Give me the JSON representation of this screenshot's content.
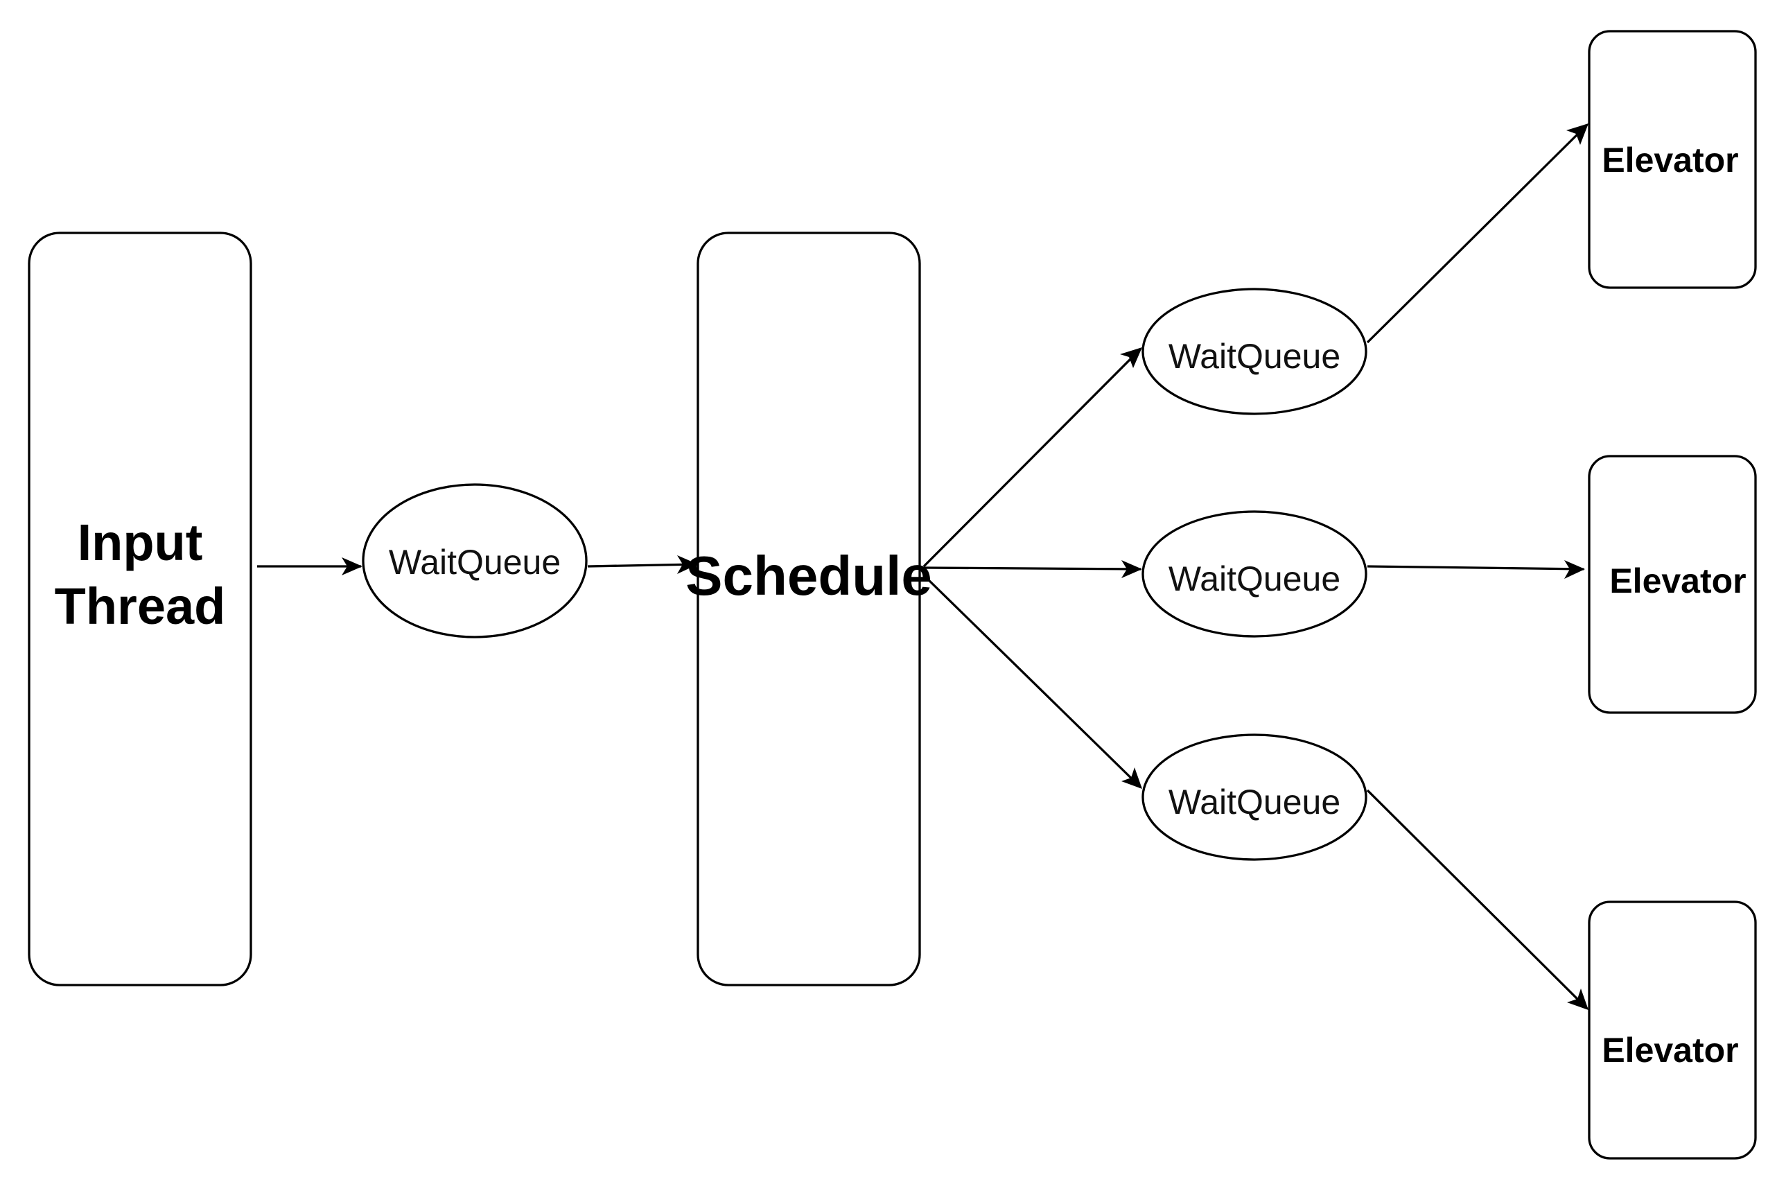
{
  "nodes": {
    "input_thread": {
      "line1": "Input",
      "line2": "Thread"
    },
    "wait_queue_main": {
      "label": "WaitQueue"
    },
    "schedule": {
      "label": "Schedule"
    },
    "wait_queue_1": {
      "label": "WaitQueue"
    },
    "wait_queue_2": {
      "label": "WaitQueue"
    },
    "wait_queue_3": {
      "label": "WaitQueue"
    },
    "elevator_1": {
      "label": "Elevator"
    },
    "elevator_2": {
      "label": "Elevator"
    },
    "elevator_3": {
      "label": "Elevator"
    }
  },
  "edges": [
    {
      "from": "Input Thread",
      "to": "WaitQueue"
    },
    {
      "from": "WaitQueue",
      "to": "Schedule"
    },
    {
      "from": "Schedule",
      "to": "WaitQueue (top)"
    },
    {
      "from": "Schedule",
      "to": "WaitQueue (middle)"
    },
    {
      "from": "Schedule",
      "to": "WaitQueue (bottom)"
    },
    {
      "from": "WaitQueue (top)",
      "to": "Elevator (top)"
    },
    {
      "from": "WaitQueue (middle)",
      "to": "Elevator (middle)"
    },
    {
      "from": "WaitQueue (bottom)",
      "to": "Elevator (bottom)"
    }
  ],
  "colors": {
    "stroke": "#000000",
    "fill": "#ffffff",
    "background": "#ffffff"
  }
}
